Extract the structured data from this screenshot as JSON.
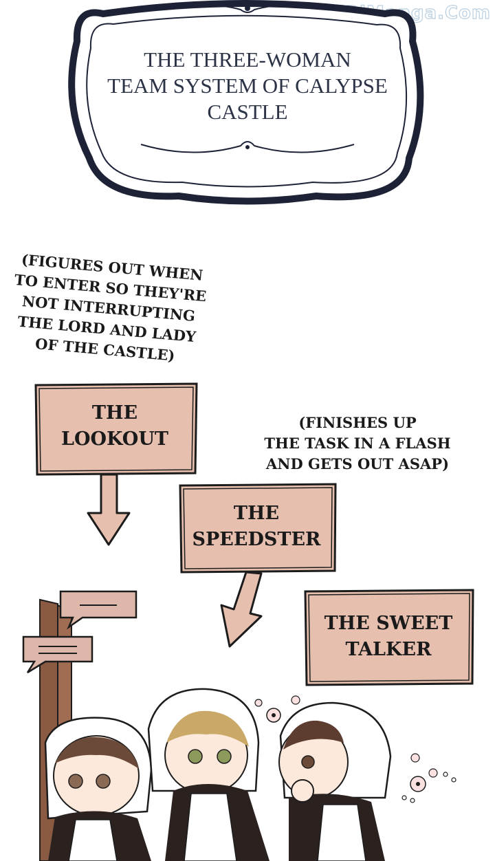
{
  "watermark": "BiBiManga.Com",
  "title": {
    "lines": [
      "THE THREE-WOMAN",
      "TEAM SYSTEM OF CALYPSE",
      "CASTLE"
    ]
  },
  "captions": {
    "lookout_note": [
      "(FIGURES OUT WHEN",
      "TO ENTER SO THEY'RE",
      "NOT INTERRUPTING",
      "THE LORD AND LADY",
      "OF THE CASTLE)"
    ],
    "speedster_note": [
      "(FINISHES UP",
      "THE TASK IN A FLASH",
      "AND GETS OUT ASAP)"
    ]
  },
  "roles": {
    "lookout": [
      "THE",
      "LOOKOUT"
    ],
    "speedster": [
      "THE",
      "SPEEDSTER"
    ],
    "sweet_talker": [
      "THE SWEET",
      "TALKER"
    ]
  },
  "colors": {
    "sign_fill": "#e6bfae",
    "sign_border": "#1c1c1c",
    "title_text": "#2c3347",
    "maid_dress": "#2b2220",
    "door_wood": "#8a5a42"
  }
}
